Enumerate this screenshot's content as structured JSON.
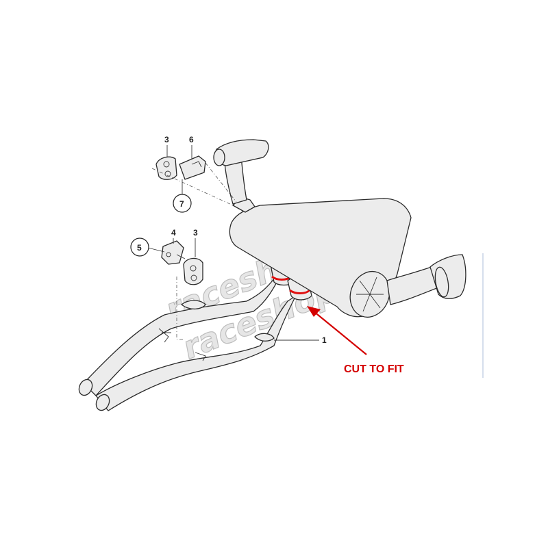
{
  "callout": {
    "text": "CUT TO FIT",
    "color": "#d40000"
  },
  "part_numbers": {
    "p1": "1",
    "p3a": "3",
    "p3b": "3",
    "p4": "4",
    "p5": "5",
    "p6": "6",
    "p7": "7"
  },
  "watermark": {
    "text": "raceshop"
  }
}
